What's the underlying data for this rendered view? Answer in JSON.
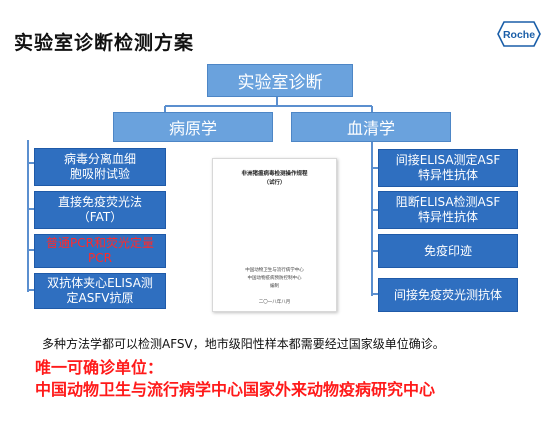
{
  "title": "实验室诊断检测方案",
  "logo": {
    "text": "Roche",
    "icon": "roche-hexagon-logo"
  },
  "diagram": {
    "root": "实验室诊断",
    "left": {
      "label": "病原学",
      "items": [
        {
          "text": "病毒分离血细胞吸附试验",
          "line1": "病毒分离血细",
          "line2": "胞吸附试验",
          "highlight": false
        },
        {
          "text": "直接免疫荧光法（FAT）",
          "line1": "直接免疫荧光法",
          "line2": "（FAT）",
          "highlight": false
        },
        {
          "text": "普通PCR和荧光定量PCR",
          "line1": "普通PCR和荧光定量",
          "line2": "PCR",
          "highlight": true
        },
        {
          "text": "双抗体夹心ELISA测定ASFV抗原",
          "line1": "双抗体夹心ELISA测",
          "line2": "定ASFV抗原",
          "highlight": false
        }
      ]
    },
    "right": {
      "label": "血清学",
      "items": [
        {
          "text": "间接ELISA测定ASF特异性抗体",
          "line1": "间接ELISA测定ASF",
          "line2": "特异性抗体"
        },
        {
          "text": "阻断ELISA检测ASF特异性抗体",
          "line1": "阻断ELISA检测ASF",
          "line2": "特异性抗体"
        },
        {
          "text": "免疫印迹",
          "line1": "免疫印迹",
          "line2": ""
        },
        {
          "text": "间接免疫荧光测抗体",
          "line1": "间接免疫荧光测抗体",
          "line2": ""
        }
      ]
    },
    "document": {
      "title": "非洲猪瘟病毒检测操作规程",
      "subtitle": "（试行）",
      "org1": "中国动物卫生与流行病学中心",
      "org2": "中国动物疫病预防控制中心",
      "compiled": "编制",
      "date": "二〇一八年八月"
    }
  },
  "note": "多种方法学都可以检测AFSV，地市级阳性样本都需要经过国家级单位确诊。",
  "unit": {
    "title": "唯一可确诊单位：",
    "name": "中国动物卫生与流行病学中心国家外来动物疫病研究中心"
  },
  "colors": {
    "top_box": "#6aa2dd",
    "item_box": "#2f6fc0",
    "highlight_text": "#ff2a2a",
    "note_red": "#ff1a1a"
  }
}
